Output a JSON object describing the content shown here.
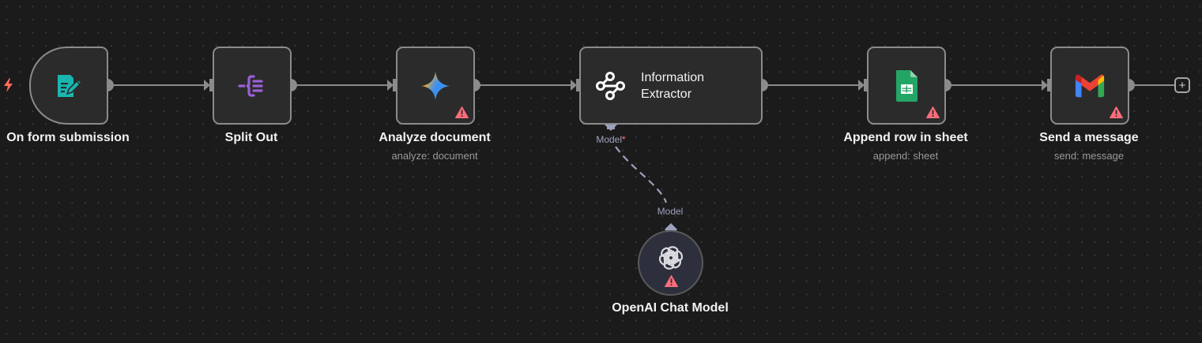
{
  "nodes": [
    {
      "id": "trigger",
      "name": "On form submission",
      "subtitle": "",
      "icon": "form-pencil-icon",
      "icon_color": "#19b6b0",
      "warning": false,
      "trigger": true
    },
    {
      "id": "split",
      "name": "Split Out",
      "subtitle": "",
      "icon": "split-out-icon",
      "icon_color": "#9b5fd6",
      "warning": false
    },
    {
      "id": "analyze",
      "name": "Analyze document",
      "subtitle": "analyze: document",
      "icon": "gemini-sparkle-icon",
      "warning": true
    },
    {
      "id": "extractor",
      "name_line1": "Information",
      "name_line2": "Extractor",
      "icon": "extractor-nodes-icon",
      "icon_color": "#ffffff",
      "warning": false
    },
    {
      "id": "sheets",
      "name": "Append row in sheet",
      "subtitle": "append: sheet",
      "icon": "google-sheets-icon",
      "icon_color": "#23a566",
      "warning": true
    },
    {
      "id": "gmail",
      "name": "Send a message",
      "subtitle": "send: message",
      "icon": "gmail-icon",
      "warning": true
    },
    {
      "id": "openai",
      "name": "OpenAI Chat Model",
      "icon": "openai-icon",
      "warning": true
    }
  ],
  "handles": {
    "extractor_model_label": "Model",
    "extractor_model_required": "*",
    "openai_model_label": "Model"
  },
  "add_button": "+",
  "colors": {
    "warning": "#ff6d7a",
    "edge": "#8b8b8b",
    "model_edge": "#9da1bd",
    "trigger_bolt": "#ff6d5a"
  }
}
